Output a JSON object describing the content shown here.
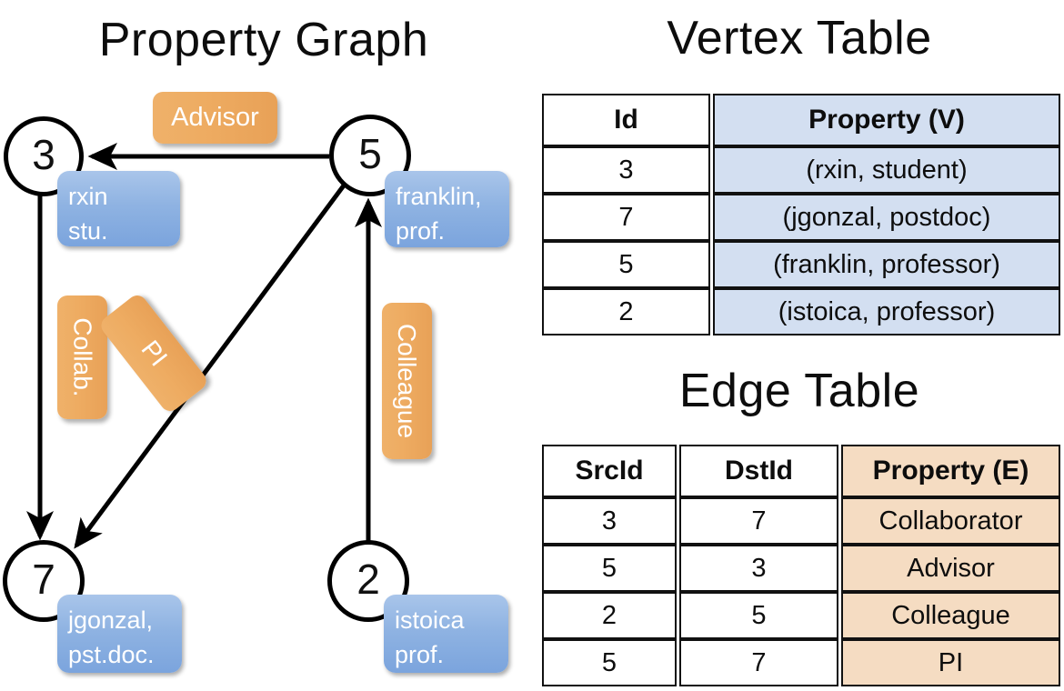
{
  "titles": {
    "property_graph": "Property Graph",
    "vertex_table": "Vertex Table",
    "edge_table": "Edge Table"
  },
  "graph": {
    "nodes": [
      {
        "id": "3",
        "prop_line1": "rxin",
        "prop_line2": "stu."
      },
      {
        "id": "5",
        "prop_line1": "franklin,",
        "prop_line2": "prof."
      },
      {
        "id": "7",
        "prop_line1": "jgonzal,",
        "prop_line2": "pst.doc."
      },
      {
        "id": "2",
        "prop_line1": "istoica",
        "prop_line2": "prof."
      }
    ],
    "edge_labels": [
      {
        "name": "advisor",
        "text": "Advisor"
      },
      {
        "name": "collab",
        "text": "Collab."
      },
      {
        "name": "pi",
        "text": "PI"
      },
      {
        "name": "colleague",
        "text": "Colleague"
      }
    ]
  },
  "vertex_table": {
    "headers": [
      "Id",
      "Property (V)"
    ],
    "rows": [
      [
        "3",
        "(rxin, student)"
      ],
      [
        "7",
        "(jgonzal, postdoc)"
      ],
      [
        "5",
        "(franklin, professor)"
      ],
      [
        "2",
        "(istoica, professor)"
      ]
    ]
  },
  "edge_table": {
    "headers": [
      "SrcId",
      "DstId",
      "Property (E)"
    ],
    "rows": [
      [
        "3",
        "7",
        "Collaborator"
      ],
      [
        "5",
        "3",
        "Advisor"
      ],
      [
        "2",
        "5",
        "Colleague"
      ],
      [
        "5",
        "7",
        "PI"
      ]
    ]
  },
  "colors": {
    "vertex_property_fill": "#d3dff1",
    "edge_property_fill": "#f5dcc2",
    "node_callout_fill": "#8fb3e2",
    "edge_label_fill": "#eeac62",
    "stroke": "#000000"
  }
}
